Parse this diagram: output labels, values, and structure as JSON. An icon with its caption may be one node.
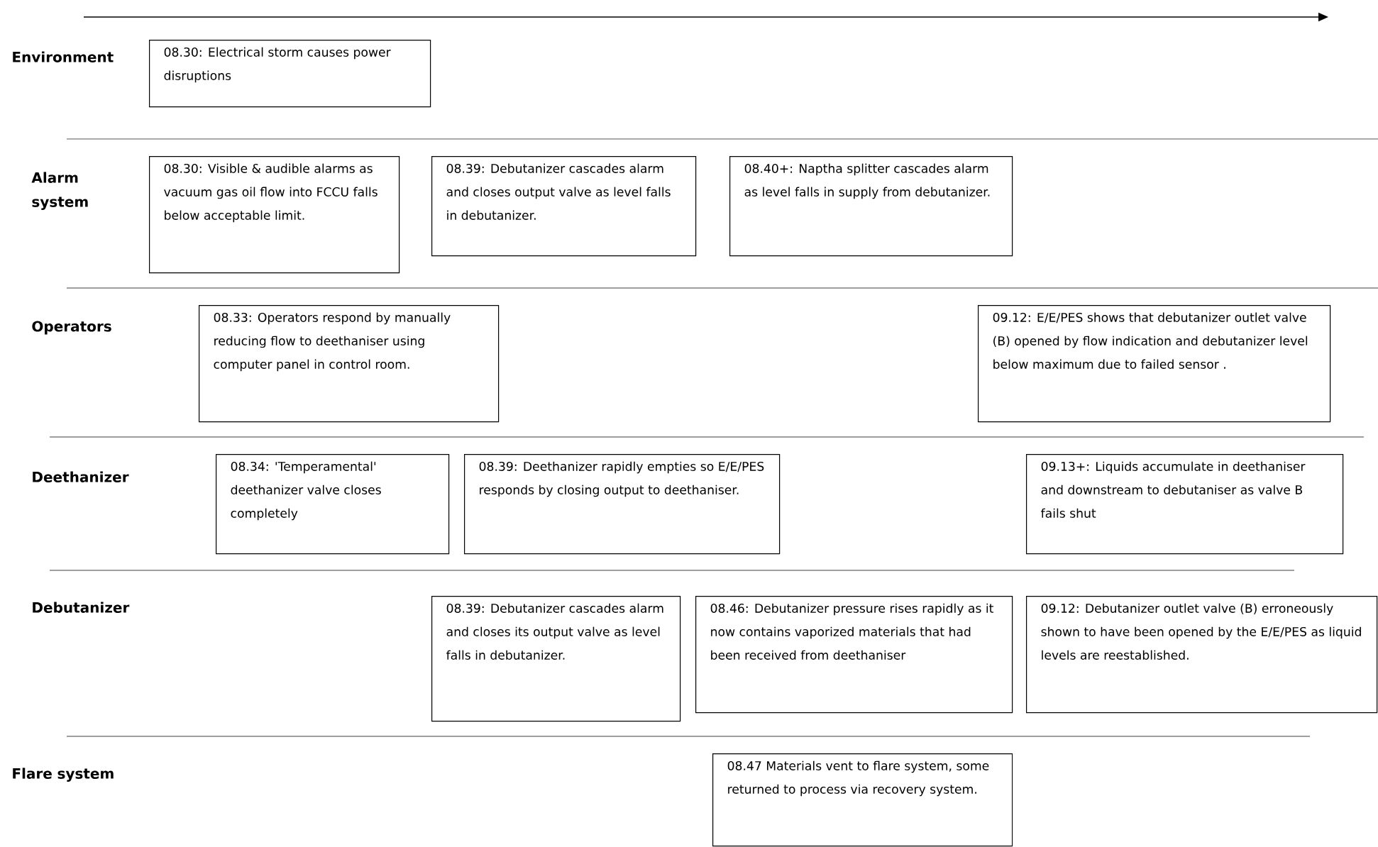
{
  "diagram": {
    "nodes": [
      {
        "text": [
          "08.30: Electrical storm causes power disruptions"
        ]
      },
      {
        "text": [
          "08.30: Visible & audible alarms as vacuum gas oil flow into FCCU falls below acceptable limit."
        ]
      },
      {
        "text": [
          "08.39: Debutanizer cascades alarm and closes output valve as level falls in debutanizer."
        ]
      },
      {
        "text": [
          "08.40+: Naptha splitter cascades alarm as level falls in supply from debutanizer."
        ]
      },
      {
        "text": [
          "08.33: Operators respond by manually reducing flow to deethaniser using computer panel in control room."
        ]
      },
      {
        "text": [
          "09.12: E/E/PES shows that debutanizer outlet valve (B) opened by flow indication and debutanizer level below maximum due to failed sensor ."
        ]
      },
      {
        "text": [
          "08.34: 'Temperamental' deethanizer valve closes completely"
        ]
      },
      {
        "text": [
          "08.39: Deethanizer rapidly empties so E/E/PES responds by closing output to deethaniser."
        ]
      },
      {
        "text": [
          "09.13+: Liquids accumulate in deethaniser and downstream to debutaniser as valve B fails shut"
        ]
      },
      {
        "text": [
          "08.39: Debutanizer cascades alarm and closes its output valve as level falls in debutanizer."
        ]
      },
      {
        "text": [
          "08.46: Debutanizer pressure rises rapidly as it now contains vaporized materials that had been received from deethaniser"
        ]
      },
      {
        "text": [
          "09.12: Debutanizer outlet valve (B) erroneously shown to have been opened by the E/E/PES as liquid levels are reestablished."
        ]
      },
      {
        "text": [
          "08.47 Materials vent to flare system, some returned to process via recovery system."
        ]
      }
    ],
    "labels": [
      "Environment",
      "Alarm system",
      "Operators",
      "Deethanizer",
      "Debutanizer",
      "Flare system"
    ]
  }
}
